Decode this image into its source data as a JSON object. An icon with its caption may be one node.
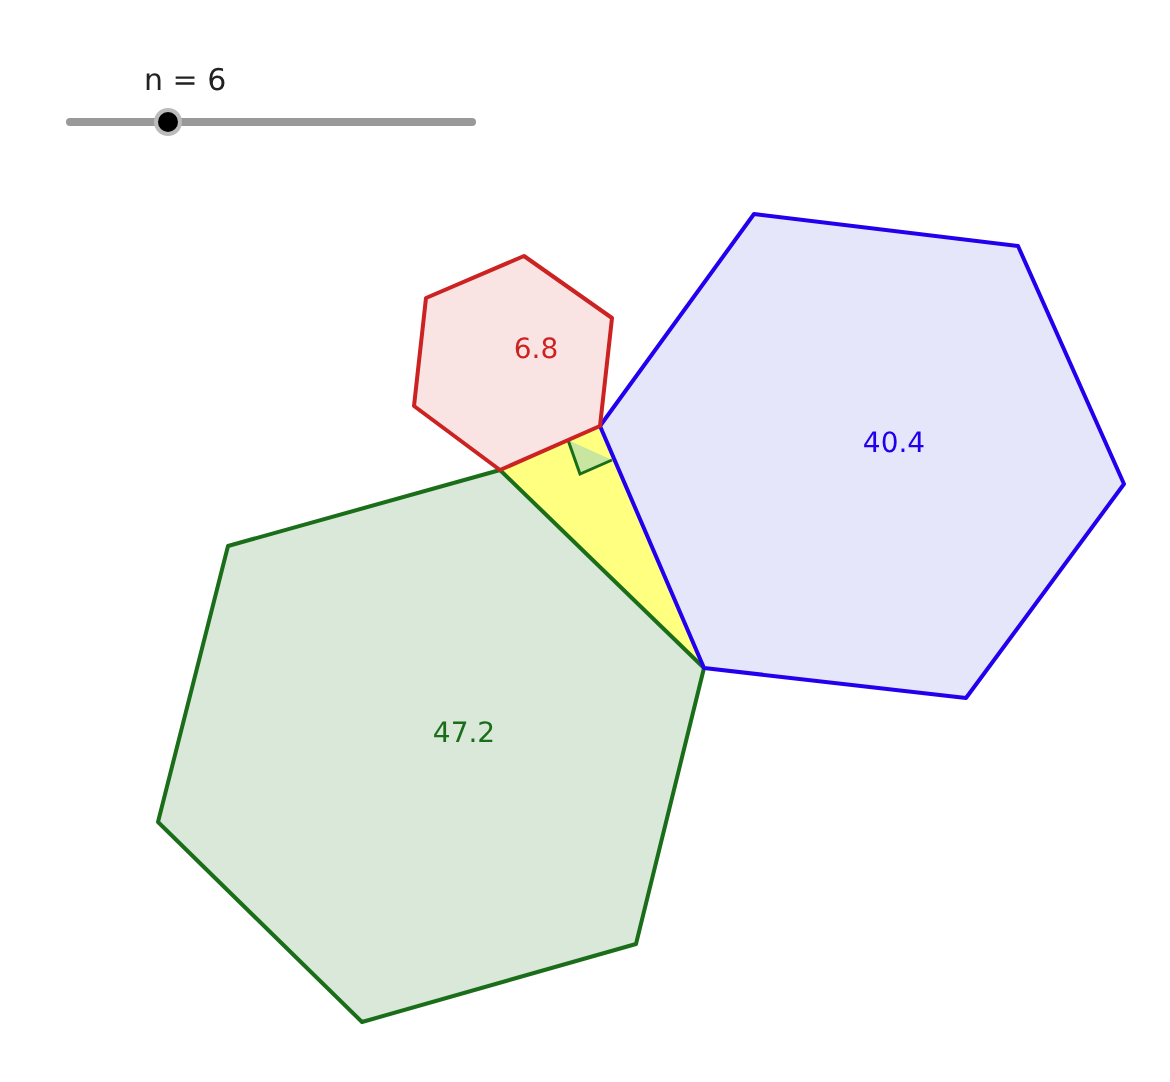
{
  "diagram": {
    "nodes": [
      {
        "text": [
          "6.8"
        ]
      },
      {
        "text": [
          "40.4"
        ]
      },
      {
        "text": [
          "47.2"
        ]
      },
      {
        "text": [],
        "shape": "triangle"
      }
    ],
    "labels": [
      "n = 6"
    ]
  }
}
